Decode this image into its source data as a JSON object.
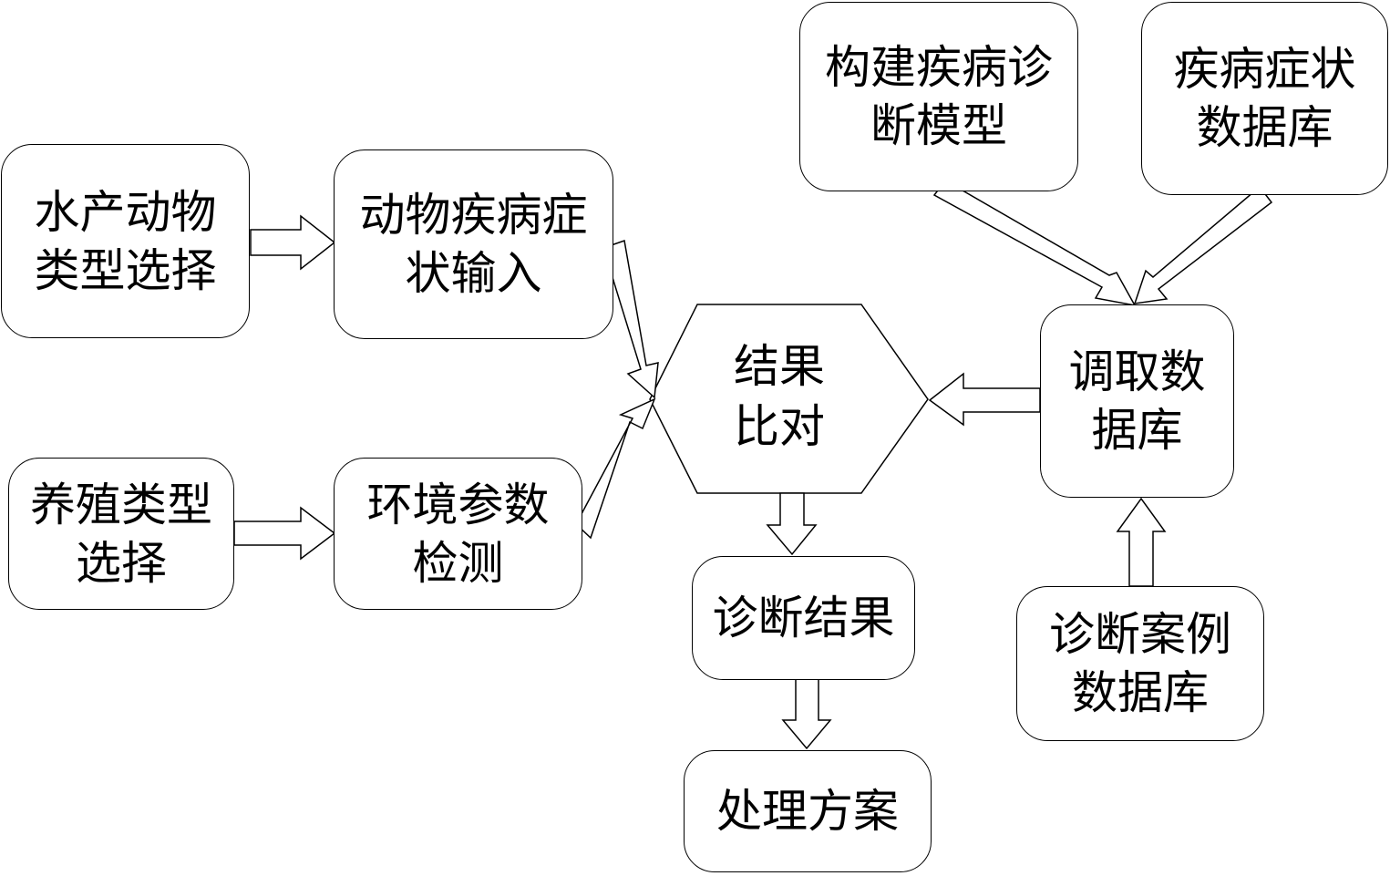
{
  "nodes": {
    "aquatic_animal_type": [
      "水产动物",
      "类型选择"
    ],
    "symptom_input": [
      "动物疾病症",
      "状输入"
    ],
    "farming_type": [
      "养殖类型",
      "选择"
    ],
    "env_param": [
      "环境参数",
      "检测"
    ],
    "compare": [
      "结果",
      "比对"
    ],
    "diagnosis_result": [
      "诊断结果"
    ],
    "treatment_plan": [
      "处理方案"
    ],
    "build_model": [
      "构建疾病诊",
      "断模型"
    ],
    "symptom_db": [
      "疾病症状",
      "数据库"
    ],
    "fetch_db": [
      "调取数",
      "据库"
    ],
    "case_db": [
      "诊断案例",
      "数据库"
    ]
  },
  "colors": {
    "stroke": "#000000",
    "fill": "#ffffff"
  }
}
